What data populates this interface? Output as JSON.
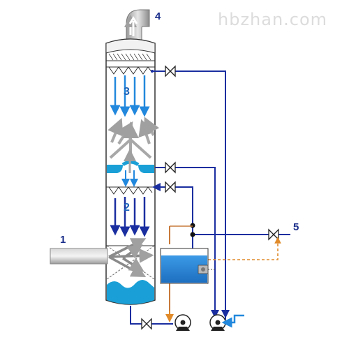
{
  "watermark": "hbzhan.com",
  "labels": {
    "inlet": "1",
    "lower_section": "2",
    "upper_section": "3",
    "outlet": "4",
    "chem_feed": "5"
  },
  "colors": {
    "pipe_blue": "#1a2ea0",
    "spray_blue": "#2288dd",
    "liquid_blue": "#1aa0d6",
    "duct_gray": "#9a9a9a",
    "feed_orange": "#e08a2a",
    "tank_blue": "#2a7fcf"
  },
  "icons": [
    "valve-icon",
    "pump-icon",
    "motor-icon",
    "spray-nozzle-icon",
    "flow-arrow-icon"
  ]
}
